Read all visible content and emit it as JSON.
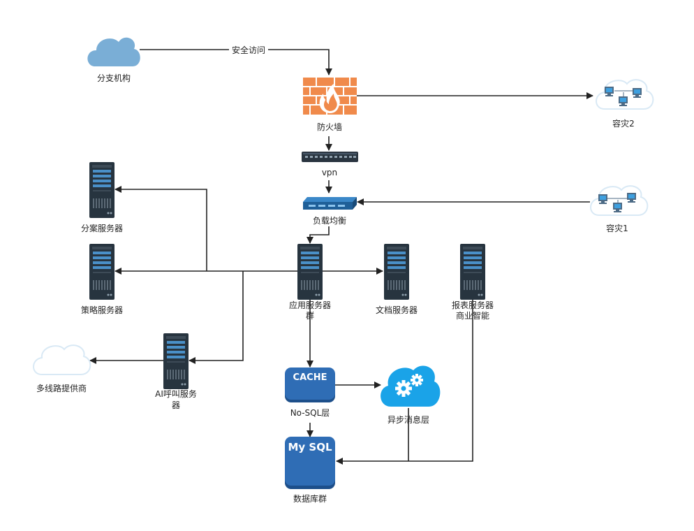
{
  "nodes": {
    "branch": {
      "label": "分支机构"
    },
    "firewall": {
      "label": "防火墙"
    },
    "dr2": {
      "label": "容灾2"
    },
    "vpn": {
      "label": "vpn"
    },
    "lb": {
      "label": "负载均衡"
    },
    "dr1": {
      "label": "容灾1"
    },
    "case_server": {
      "label": "分案服务器"
    },
    "policy_server": {
      "label": "策略服务器"
    },
    "app_cluster": {
      "label_line1": "应用服务器",
      "label_line2": "群"
    },
    "doc_server": {
      "label": "文档服务器"
    },
    "report_server": {
      "label_line1": "报表服务器",
      "label_line2": "商业智能"
    },
    "isp": {
      "label": "多线路提供商"
    },
    "ai_server": {
      "label_line1": "AI呼叫服务",
      "label_line2": "器"
    },
    "cache": {
      "badge": "CACHE",
      "label": "No-SQL层"
    },
    "mq": {
      "label": "异步消息层"
    },
    "mysql": {
      "badge": "My SQL",
      "label": "数据库群"
    }
  },
  "edges": {
    "branch_to_firewall": {
      "label": "安全访问"
    }
  },
  "colors": {
    "cloud_blue": "#7aaed6",
    "cloud_outline": "#d9e9f5",
    "firewall_brick": "#f08a4b",
    "server_dark": "#27343f",
    "db_blue": "#2f6db5",
    "mq_cyan": "#1aa3e8",
    "line": "#222222"
  }
}
